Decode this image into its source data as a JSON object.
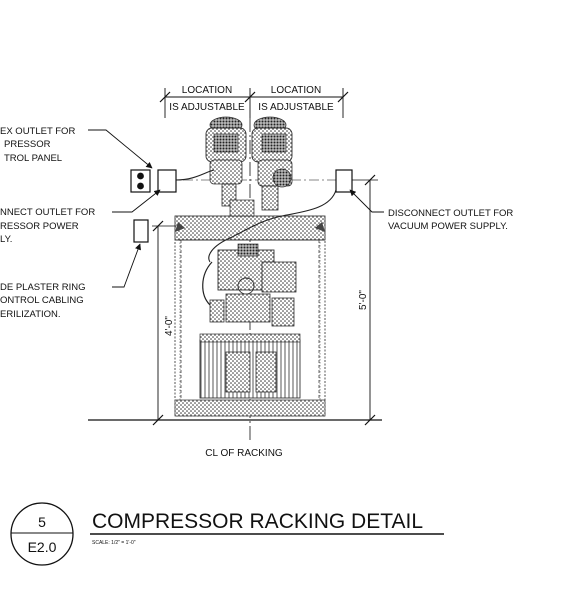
{
  "drawing": {
    "location_label_left": "LOCATION",
    "location_label_right": "LOCATION",
    "adjustable_label_left": "IS ADJUSTABLE",
    "adjustable_label_right": "IS ADJUSTABLE",
    "note_duplex": [
      "EX OUTLET FOR",
      "PRESSOR",
      "TROL PANEL"
    ],
    "note_disconnect_left": [
      "NNECT OUTLET FOR",
      "RESSOR POWER",
      "LY."
    ],
    "note_plaster": [
      "DE PLASTER RING",
      "ONTROL CABLING",
      "ERILIZATION."
    ],
    "note_disconnect_right": [
      "DISCONNECT OUTLET FOR",
      "VACUUM POWER SUPPLY."
    ],
    "dim_4ft": "4'-0\"",
    "dim_5ft": "5'-0\"",
    "centerline_label": "CL OF RACKING"
  },
  "title_block": {
    "detail_number": "5",
    "sheet_number": "E2.0",
    "title": "COMPRESSOR RACKING DETAIL",
    "scale": "SCALE: 1/2\" = 1'-0\""
  }
}
